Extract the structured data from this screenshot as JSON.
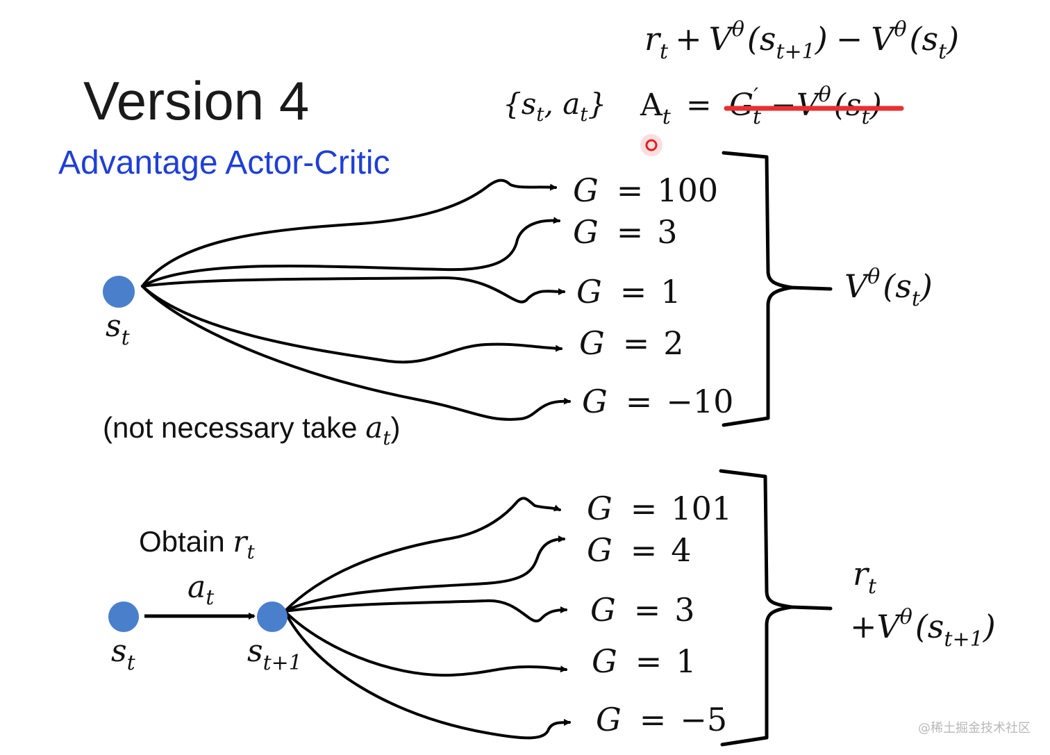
{
  "title": "Version 4",
  "subtitle": "Advantage Actor-Critic",
  "formula_top": {
    "r": "r",
    "r_sub": "t",
    "plus": "+",
    "V1": "V",
    "V1_sup": "θ",
    "V1_arg_open": "(s",
    "V1_arg_sub": "t+1",
    "V1_arg_close": ")",
    "minus": "−",
    "V2": "V",
    "V2_sup": "θ",
    "V2_arg_open": "(s",
    "V2_arg_sub": "t",
    "V2_arg_close": ")"
  },
  "pair": {
    "open": "{s",
    "s_sub": "t",
    "comma": ", a",
    "a_sub": "t",
    "close": "}"
  },
  "advantage": {
    "A": "A",
    "A_sub": "t",
    "equals": "=",
    "struck": {
      "G": "G",
      "G_sup": "′",
      "G_sub": "t",
      "minus": " −V",
      "V_sup": "θ",
      "arg": "(s",
      "arg_sub": "t",
      "arg_close": ")"
    }
  },
  "colors": {
    "strike": "#e83030",
    "node": "#4a7fcc",
    "subtitle": "#1f3fd6",
    "pointer": "#e02020"
  },
  "top_section": {
    "state_label": {
      "s": "s",
      "sub": "t"
    },
    "returns": [
      {
        "lhs": "G",
        "eq": "=",
        "value": "100"
      },
      {
        "lhs": "G",
        "eq": "=",
        "value": "3"
      },
      {
        "lhs": "G",
        "eq": "=",
        "value": "1"
      },
      {
        "lhs": "G",
        "eq": "=",
        "value": "2"
      },
      {
        "lhs": "G",
        "eq": "=",
        "value": "−10"
      }
    ],
    "note": {
      "prefix": "(not necessary take ",
      "a": "a",
      "a_sub": "t",
      "suffix": ")"
    },
    "value_label": {
      "V": "V",
      "V_sup": "θ",
      "arg_open": "(s",
      "arg_sub": "t",
      "arg_close": ")"
    }
  },
  "bottom_section": {
    "state_label": {
      "s": "s",
      "sub": "t"
    },
    "next_state_label": {
      "s": "s",
      "sub": "t+1"
    },
    "obtain": {
      "text": "Obtain ",
      "r": "r",
      "r_sub": "t"
    },
    "action": {
      "a": "a",
      "sub": "t"
    },
    "returns": [
      {
        "lhs": "G",
        "eq": "=",
        "value": "101"
      },
      {
        "lhs": "G",
        "eq": "=",
        "value": "4"
      },
      {
        "lhs": "G",
        "eq": "=",
        "value": "3"
      },
      {
        "lhs": "G",
        "eq": "=",
        "value": "1"
      },
      {
        "lhs": "G",
        "eq": "=",
        "value": "−5"
      }
    ],
    "value_label": {
      "line1_r": "r",
      "line1_sub": "t",
      "line2_plus": "+",
      "line2_V": "V",
      "line2_sup": "θ",
      "line2_arg_open": "(s",
      "line2_arg_sub": "t+1",
      "line2_arg_close": ")"
    }
  },
  "watermark": "@稀土掘金技术社区"
}
